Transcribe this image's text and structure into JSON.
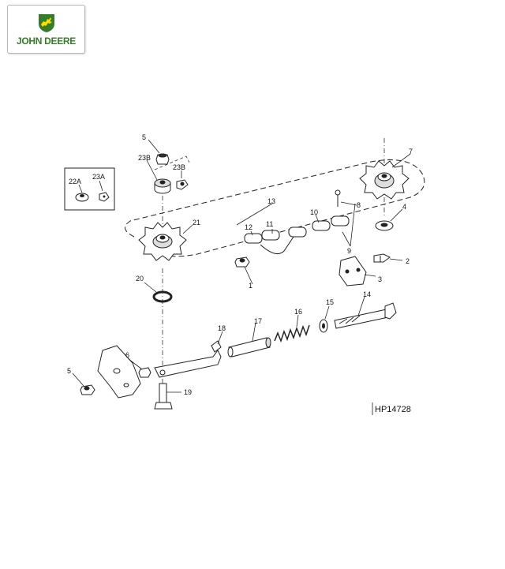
{
  "logo": {
    "brand_text": "JOHN DEERE",
    "brand_green": "#367c2b",
    "brand_yellow": "#ffde00"
  },
  "diagram": {
    "reference_id": "HP14728",
    "callouts": {
      "c1": "1",
      "c2": "2",
      "c3": "3",
      "c4": "4",
      "c5_top": "5",
      "c5_bottom": "5",
      "c6": "6",
      "c7": "7",
      "c8": "8",
      "c9": "9",
      "c10": "10",
      "c11": "11",
      "c12": "12",
      "c13": "13",
      "c14": "14",
      "c15": "15",
      "c16": "16",
      "c17": "17",
      "c18": "18",
      "c19": "19",
      "c20": "20",
      "c21": "21",
      "c22a": "22A",
      "c23a": "23A",
      "c23b_left": "23B",
      "c23b_right": "23B"
    }
  }
}
